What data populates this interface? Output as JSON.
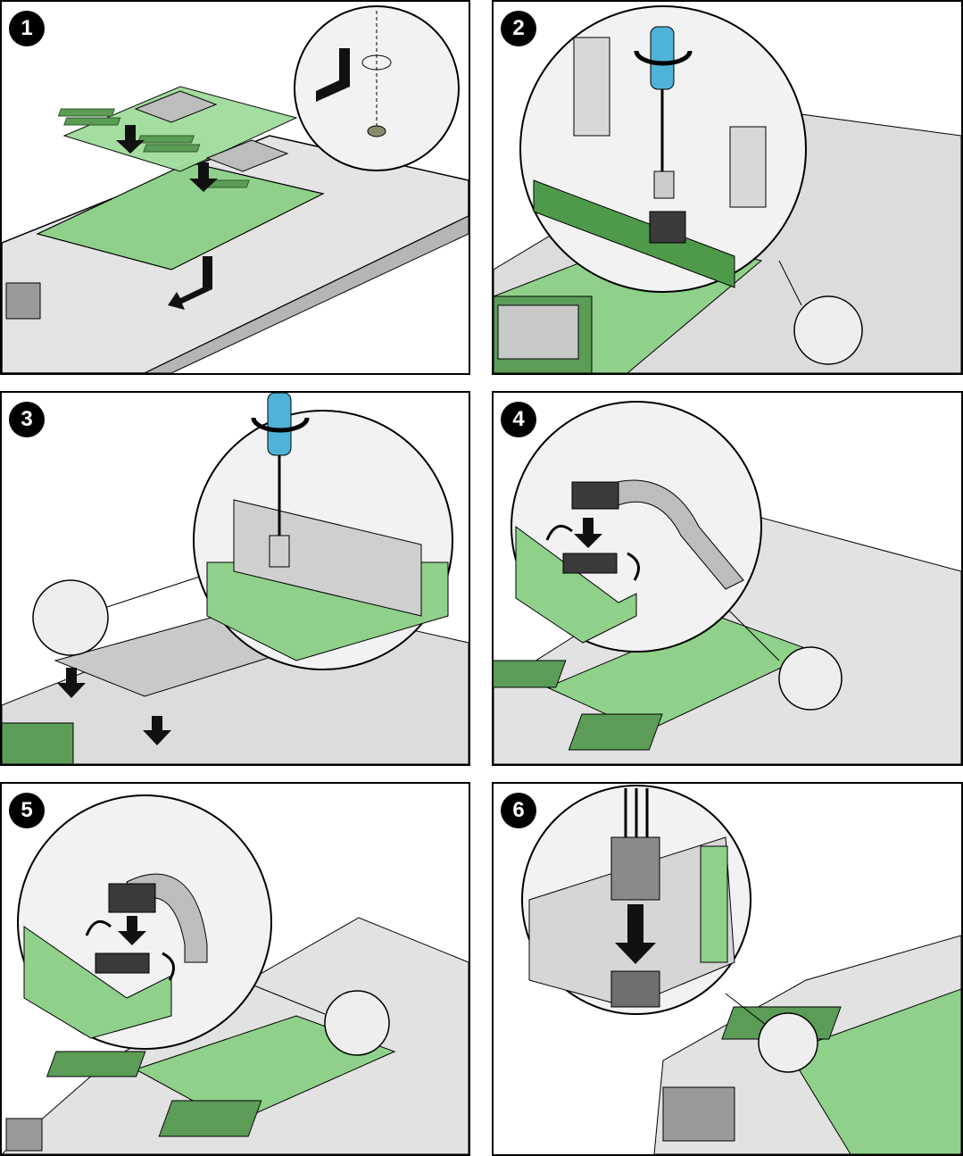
{
  "figure": {
    "colors": {
      "board": "#8fd18a",
      "board_dark": "#4e9a4a",
      "chassis": "#d9d9d9",
      "chassis_dark": "#9a9a9a",
      "metal": "#c7c7c7",
      "screwdriver": "#4fb3d9",
      "connector": "#3a3a3a",
      "outline": "#000000"
    },
    "steps": [
      {
        "number": "1",
        "scene": "motherboard-lowered-onto-chassis",
        "icons": [
          "down-arrow-icon",
          "slide-arrow-icon",
          "alignment-peg-icon"
        ]
      },
      {
        "number": "2",
        "scene": "screwdriver-tightening-standoff-screw",
        "icons": [
          "screwdriver-icon",
          "rotate-arrow-icon",
          "magnifier-callout-icon"
        ]
      },
      {
        "number": "3",
        "scene": "screwdriver-tightening-bracket-screw",
        "icons": [
          "screwdriver-icon",
          "rotate-arrow-icon",
          "down-arrow-icon",
          "magnifier-callout-icon"
        ]
      },
      {
        "number": "4",
        "scene": "ribbon-cable-connector-seated",
        "icons": [
          "ribbon-cable-icon",
          "latch-arrow-icon",
          "magnifier-callout-icon"
        ]
      },
      {
        "number": "5",
        "scene": "second-ribbon-cable-connector-seated",
        "icons": [
          "ribbon-cable-icon",
          "latch-arrow-icon",
          "magnifier-callout-icon"
        ]
      },
      {
        "number": "6",
        "scene": "power-cable-connector-plugged",
        "icons": [
          "power-connector-icon",
          "down-arrow-icon",
          "magnifier-callout-icon"
        ]
      }
    ]
  }
}
